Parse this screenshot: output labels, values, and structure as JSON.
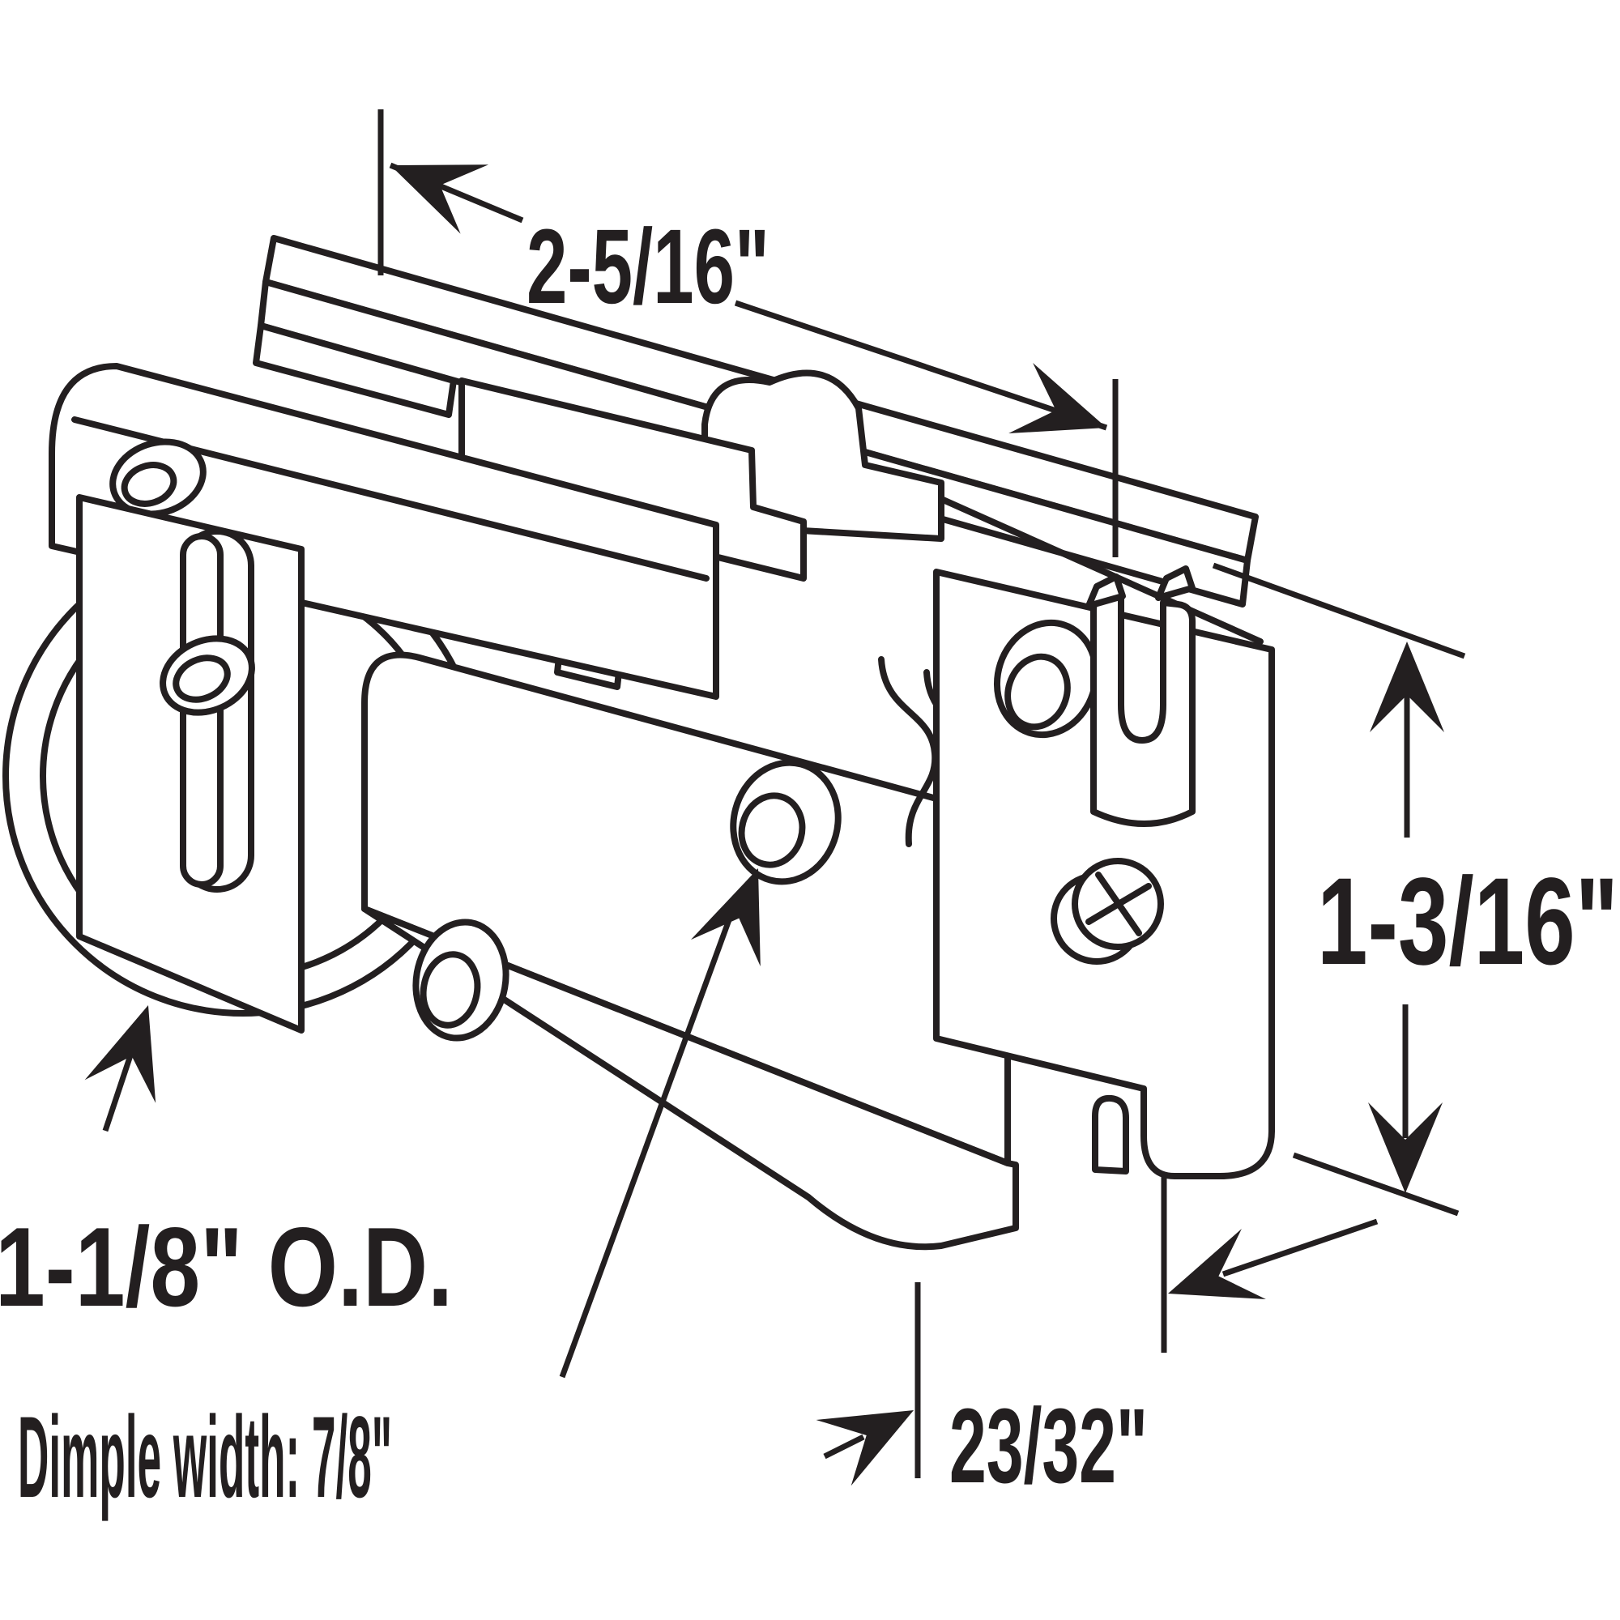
{
  "figure": {
    "kind": "technical line diagram",
    "subject": "sliding glass door roller assembly with dimension callouts",
    "background_color": "#ffffff",
    "ink_color": "#231f20"
  },
  "dimensions": {
    "top_width": {
      "label": "2-5/16\"",
      "measures": "overall length along top rail"
    },
    "right_height": {
      "label": "1-3/16\"",
      "measures": "height of right bracket"
    },
    "bottom_depth": {
      "label": "23/32\"",
      "measures": "depth at bottom right"
    },
    "roller_od": {
      "label": "1-1/8\" O.D.",
      "measures": "roller wheel outer diameter"
    },
    "dimple_width": {
      "label": "Dimple width: 7/8\"",
      "measures": "dimple feature on housing face"
    }
  }
}
